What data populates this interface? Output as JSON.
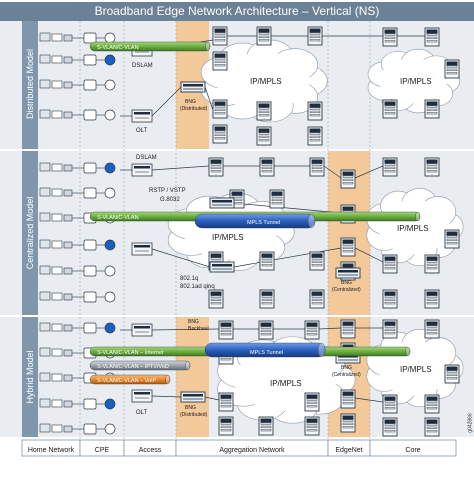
{
  "title": "Broadband Edge Network Architecture – Vertical (NS)",
  "models": [
    "Distributed Model",
    "Centralized Model",
    "Hybrid Model"
  ],
  "columns": [
    "Home Network",
    "CPE",
    "Access",
    "Aggregation Network",
    "EdgeNet",
    "Core"
  ],
  "access_labels": {
    "dslam_top": "DSLAM",
    "olt_top": "OLT",
    "dslam_mid": "DSLAM",
    "olt_bottom": "OLT"
  },
  "bng_labels": {
    "distributed_title": "BNG",
    "distributed_sub": "(Distributed)",
    "centralized_title_mid": "BNG",
    "centralized_sub_mid": "(Centralized)",
    "backhaul_title": "BNG",
    "backhaul_sub": "Backhaul",
    "bottom_left_title": "BNG",
    "bottom_left_sub": "(Distributed)",
    "bottom_right_title": "BNG",
    "bottom_right_sub": "(Centralized)"
  },
  "protocol_labels": {
    "rstp": "RSTP / VSTP",
    "g8032": "G.8032",
    "q8021": "802.1q",
    "qinq": "802.1ad qinq"
  },
  "clouds": {
    "top_agg": "IP/MPLS",
    "top_core": "IP/MPLS",
    "mid_agg": "IP/MPLS",
    "mid_core": "IP/MPLS",
    "bot_agg": "IP/MPLS",
    "bot_core": "IP/MPLS"
  },
  "pipes": {
    "svlan_top": "S-VLAN/C-VLAN",
    "svlan_mid": "S-VLAN/C-VLAN",
    "mpls_mid": "MPLS Tunnel",
    "mpls_bot": "MPLS Tunnel",
    "internet": "S-VLAN/C-VLAN – Internet",
    "iptv": "S-VLAN/C-VLAN – IPTV/VoD",
    "voip": "S-VLAN/C-VLAN – VoIP"
  },
  "doc_id": "g042866",
  "colors": {
    "band": "#8096aa",
    "title_bar": "#6b8196",
    "edge_column": "#f3c99a",
    "pipe_green": "#6cae3e",
    "pipe_blue": "#2a5fbd",
    "pipe_orange": "#e98a2b",
    "pipe_gray": "#9aa3ac"
  }
}
